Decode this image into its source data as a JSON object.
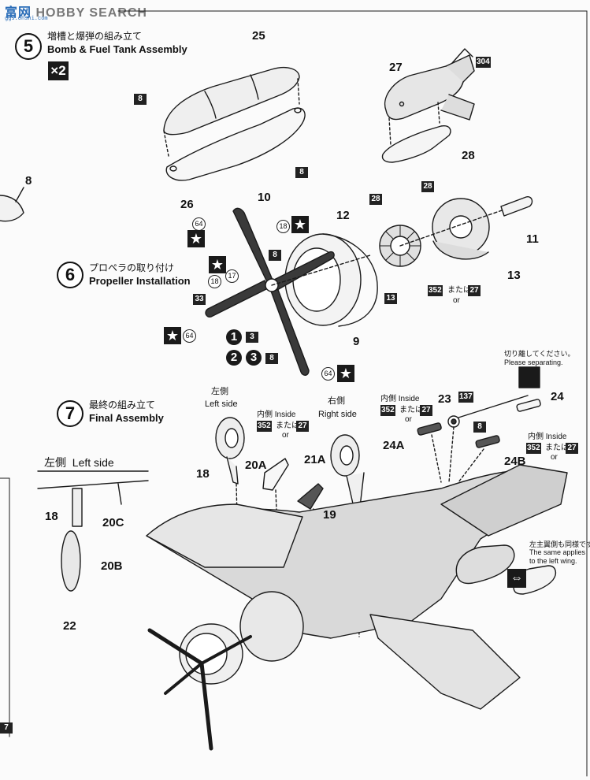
{
  "watermark": {
    "brand_cn": "富",
    "brand_cn2": "网",
    "brand_en": "HOBBY SEARCH",
    "site": "ggs.ohshi.com"
  },
  "step5": {
    "number": "5",
    "title_jp": "増槽と爆弾の組み立て",
    "title_en": "Bomb & Fuel Tank Assembly",
    "multiplier": "×2"
  },
  "step6": {
    "number": "6",
    "title_jp": "プロペラの取り付け",
    "title_en": "Propeller Installation"
  },
  "step7": {
    "number": "7",
    "title_jp": "最終の組み立て",
    "title_en": "Final Assembly"
  },
  "parts": {
    "p25": "25",
    "p26": "26",
    "p27": "27",
    "p28": "28",
    "p8a": "8",
    "p8b": "8",
    "p8c": "8",
    "p10": "10",
    "p12": "12",
    "p11": "11",
    "p13": "13",
    "p9": "9",
    "p23": "23",
    "p24": "24",
    "p24A": "24A",
    "p24B": "24B",
    "p18": "18",
    "p20A": "20A",
    "p21A": "21A",
    "p19": "19",
    "p18b": "18",
    "p20C": "20C",
    "p20B": "20B",
    "p22": "22"
  },
  "badges": {
    "b8a": "8",
    "b8b": "8",
    "b304": "304",
    "b28a": "28",
    "b28b": "28",
    "b13": "13",
    "b8c": "8",
    "b33": "33",
    "b3": "3",
    "b8d": "8",
    "b352a": "352",
    "b27a": "27",
    "b137": "137",
    "b8e": "8",
    "b352b": "352",
    "b27b": "27",
    "b352c": "352",
    "b27c": "27",
    "b352d": "352",
    "b27d": "27"
  },
  "circled": {
    "c64a": "64",
    "c18a": "18",
    "c17": "17",
    "c18b": "18",
    "c64b": "64",
    "c64c": "64"
  },
  "step6_extra": {
    "one": "1",
    "two": "2",
    "three": "3"
  },
  "notes": {
    "or_label": "または",
    "or_en": "or",
    "inside_jp": "内側",
    "inside_en": "Inside",
    "left_jp": "左側",
    "left_en": "Left side",
    "right_jp": "右側",
    "right_en": "Right side",
    "left_inset_jp": "左側",
    "left_inset_en": "Left side",
    "separate_jp": "切り離してください。",
    "separate_en": "Please separating.",
    "same_jp": "左主翼側も同様です。",
    "same_en1": "The same applies",
    "same_en2": "to the left wing."
  },
  "margin_marks": {
    "left_part_8": "8",
    "bottom_left_tab": "7"
  }
}
